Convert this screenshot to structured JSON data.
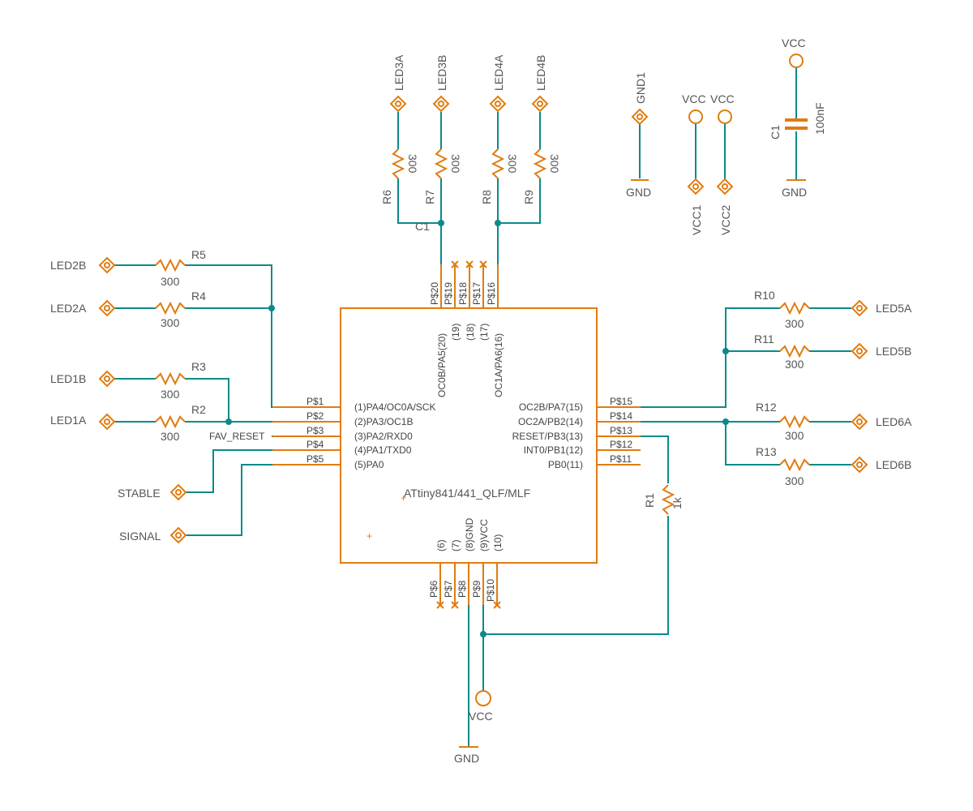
{
  "mcu": {
    "name": "ATtiny841/441_QLF/MLF",
    "left_pins": [
      {
        "num": "P$1",
        "fn": "(1)PA4/OC0A/SCK"
      },
      {
        "num": "P$2",
        "fn": "(2)PA3/OC1B"
      },
      {
        "num": "P$3",
        "fn": "(3)PA2/RXD0"
      },
      {
        "num": "P$4",
        "fn": "(4)PA1/TXD0"
      },
      {
        "num": "P$5",
        "fn": "(5)PA0"
      }
    ],
    "right_pins": [
      {
        "num": "P$15",
        "fn": "OC2B/PA7(15)"
      },
      {
        "num": "P$14",
        "fn": "OC2A/PB2(14)"
      },
      {
        "num": "P$13",
        "fn": "RESET/PB3(13)"
      },
      {
        "num": "P$12",
        "fn": "INT0/PB1(12)"
      },
      {
        "num": "P$11",
        "fn": "PB0(11)"
      }
    ],
    "top_pins": [
      {
        "num": "P$20",
        "fn": "OC0B/PA5(20)"
      },
      {
        "num": "P$19",
        "fn": "(19)"
      },
      {
        "num": "P$18",
        "fn": "(18)"
      },
      {
        "num": "P$17",
        "fn": "(17)"
      },
      {
        "num": "P$16",
        "fn": "OC1A/PA6(16)"
      }
    ],
    "bottom_pins": [
      {
        "num": "P$6",
        "fn": "(6)"
      },
      {
        "num": "P$7",
        "fn": "(7)"
      },
      {
        "num": "P$8",
        "fn": "(8)GND"
      },
      {
        "num": "P$9",
        "fn": "(9)VCC"
      },
      {
        "num": "P$10",
        "fn": "(10)"
      }
    ]
  },
  "left_connectors": [
    {
      "name": "LED2B",
      "res": "R5",
      "value": "300"
    },
    {
      "name": "LED2A",
      "res": "R4",
      "value": "300"
    },
    {
      "name": "LED1B",
      "res": "R3",
      "value": "300"
    },
    {
      "name": "LED1A",
      "res": "R2",
      "value": "300"
    }
  ],
  "right_connectors": [
    {
      "name": "LED5A",
      "res": "R10",
      "value": "300"
    },
    {
      "name": "LED5B",
      "res": "R11",
      "value": "300"
    },
    {
      "name": "LED6A",
      "res": "R12",
      "value": "300"
    },
    {
      "name": "LED6B",
      "res": "R13",
      "value": "300"
    }
  ],
  "top_connectors": [
    {
      "name": "LED3A",
      "res": "R6",
      "value": "300"
    },
    {
      "name": "LED3B",
      "res": "R7",
      "value": "300"
    },
    {
      "name": "LED4A",
      "res": "R8",
      "value": "300"
    },
    {
      "name": "LED4B",
      "res": "R9",
      "value": "300"
    }
  ],
  "signals": {
    "stable": "STABLE",
    "signal": "SIGNAL",
    "fav_reset": "FAV_RESET",
    "c1_net": "C1"
  },
  "reset_resistor": {
    "name": "R1",
    "value": "1k"
  },
  "power": {
    "gnd1": "GND1",
    "gnd": "GND",
    "vcc": "VCC",
    "vcc1": "VCC1",
    "vcc2": "VCC2",
    "cap_name": "C1",
    "cap_value": "100nF"
  },
  "colors": {
    "wire": "#0b8a8a",
    "part": "#e07c10"
  }
}
